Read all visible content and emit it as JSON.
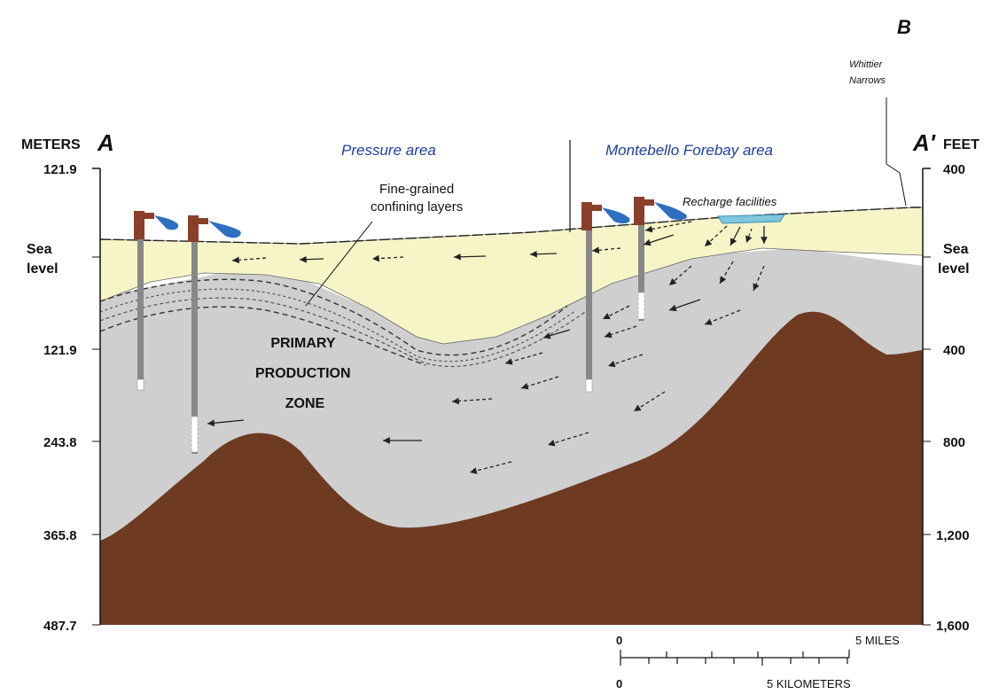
{
  "section": {
    "start_label": "A",
    "end_label": "A'",
    "cross_label": "B"
  },
  "left_axis": {
    "unit": "METERS",
    "ticks": [
      "121.9",
      "Sea level",
      "121.9",
      "243.8",
      "365.8",
      "487.7"
    ]
  },
  "right_axis": {
    "unit": "FEET",
    "ticks": [
      "400",
      "Sea level",
      "400",
      "800",
      "1,200",
      "1,600"
    ]
  },
  "areas": {
    "pressure": "Pressure area",
    "forebay": "Montebello Forebay area"
  },
  "labels": {
    "whittier_line1": "Whittier",
    "whittier_line2": "Narrows",
    "fine_grained_line1": "Fine-grained",
    "fine_grained_line2": "confining layers",
    "recharge": "Recharge facilities",
    "zone_line1": "PRIMARY",
    "zone_line2": "PRODUCTION",
    "zone_line3": "ZONE"
  },
  "scale": {
    "miles_start": "0",
    "miles_end": "5 MILES",
    "km_start": "0",
    "km_end": "5 KILOMETERS"
  },
  "colors": {
    "bedrock": "#6e3a22",
    "production_zone": "#cfcfcf",
    "upper_aquifer": "#f7f5c8",
    "recharge_basin": "#7fc6de",
    "pump": "#8a3f2a",
    "discharge": "#2e6fc0",
    "area_text": "#1d3f9c"
  }
}
